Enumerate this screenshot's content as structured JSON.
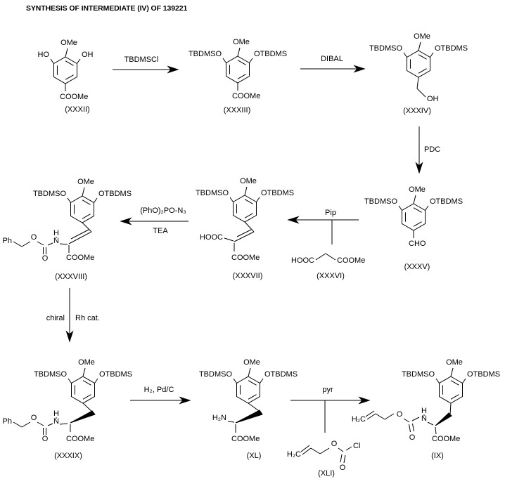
{
  "title": "SYNTHESIS OF INTERMEDIATE (IV) OF 139221",
  "mol": {
    "xxxii": {
      "top": "OMe",
      "left": "HO",
      "right": "OH",
      "bottom": "COOMe",
      "caption": "(XXXII)"
    },
    "xxxiii": {
      "top": "OMe",
      "left": "TBDMSO",
      "right": "OTBDMS",
      "bottom": "COOMe",
      "caption": "(XXXIII)"
    },
    "xxxiv": {
      "top": "OMe",
      "left": "TBDMSO",
      "right": "OTBDMS",
      "bottom": "OH",
      "caption": "(XXXIV)"
    },
    "xxxv": {
      "top": "OMe",
      "left": "TBDMSO",
      "right": "OTBDMS",
      "bottom": "CHO",
      "caption": "(XXXV)"
    },
    "xxxvi": {
      "acid": "HOOC",
      "ester": "COOMe",
      "caption": "(XXXVI)"
    },
    "xxxvii": {
      "top": "OMe",
      "left": "TBDMSO",
      "right": "OTBDMS",
      "acid": "HOOC",
      "ester": "COOMe",
      "caption": "(XXXVII)"
    },
    "xxxviii": {
      "top": "OMe",
      "left": "TBDMSO",
      "right": "OTBDMS",
      "ph": "Ph",
      "ester_o": "O",
      "carbonyl_o": "O",
      "nh_h": "H",
      "nh_n": "N",
      "ester": "COOMe",
      "caption": "(XXXVIII)"
    },
    "xxxix": {
      "top": "OMe",
      "left": "TBDMSO",
      "right": "OTBDMS",
      "ph": "Ph",
      "ester_o": "O",
      "carbonyl_o": "O",
      "nh_h": "H",
      "nh_n": "N",
      "ester": "COOMe",
      "caption": "(XXXIX)"
    },
    "xl": {
      "top": "OMe",
      "left": "TBDMSO",
      "right": "OTBDMS",
      "amine": "H₂N",
      "ester": "COOMe",
      "caption": "(XL)"
    },
    "xli": {
      "ch2": "H₂C",
      "o": "O",
      "cl": "Cl",
      "carbonyl_o": "O",
      "caption": "(XLI)"
    },
    "ix": {
      "top": "OMe",
      "left": "TBDMSO",
      "right": "OTBDMS",
      "ch2": "H₂C",
      "ester_o": "O",
      "carbonyl_o": "O",
      "nh_h": "H",
      "nh_n": "N",
      "ester": "COOMe",
      "caption": "(IX)"
    }
  },
  "arrows": {
    "tbdmscl": {
      "label": "TBDMSCl"
    },
    "dibal": {
      "label": "DIBAL"
    },
    "pdc": {
      "label": "PDC"
    },
    "pip": {
      "label": "Pip"
    },
    "dppa": {
      "label": "(PhO)₂PO-N₃",
      "label2": "TEA"
    },
    "chiral": {
      "label": "chiral",
      "label2": "Rh cat."
    },
    "h2pd": {
      "label": "H₂, Pd/C"
    },
    "pyr": {
      "label": "pyr"
    }
  },
  "colors": {
    "ink": "#000000",
    "background": "#ffffff"
  }
}
